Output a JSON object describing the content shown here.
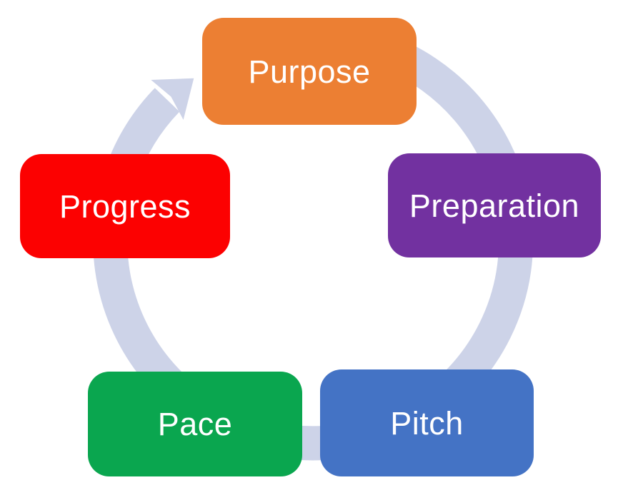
{
  "diagram": {
    "type": "cycle",
    "background_color": "#FFFFFF",
    "connector": {
      "shape": "circular-arrow",
      "direction": "clockwise",
      "color": "#CDD3E8"
    },
    "nodes": [
      {
        "id": "purpose",
        "label": "Purpose",
        "color": "#EC7F33",
        "text_color": "#FFFFFF",
        "position": "top"
      },
      {
        "id": "preparation",
        "label": "Preparation",
        "color": "#7231A0",
        "text_color": "#FFFFFF",
        "position": "right"
      },
      {
        "id": "pitch",
        "label": "Pitch",
        "color": "#4473C5",
        "text_color": "#FFFFFF",
        "position": "bottom-right"
      },
      {
        "id": "pace",
        "label": "Pace",
        "color": "#0AA64F",
        "text_color": "#FFFFFF",
        "position": "bottom-left"
      },
      {
        "id": "progress",
        "label": "Progress",
        "color": "#FC0101",
        "text_color": "#FFFFFF",
        "position": "left"
      }
    ],
    "cycle_order": [
      "Purpose",
      "Preparation",
      "Pitch",
      "Pace",
      "Progress"
    ]
  }
}
